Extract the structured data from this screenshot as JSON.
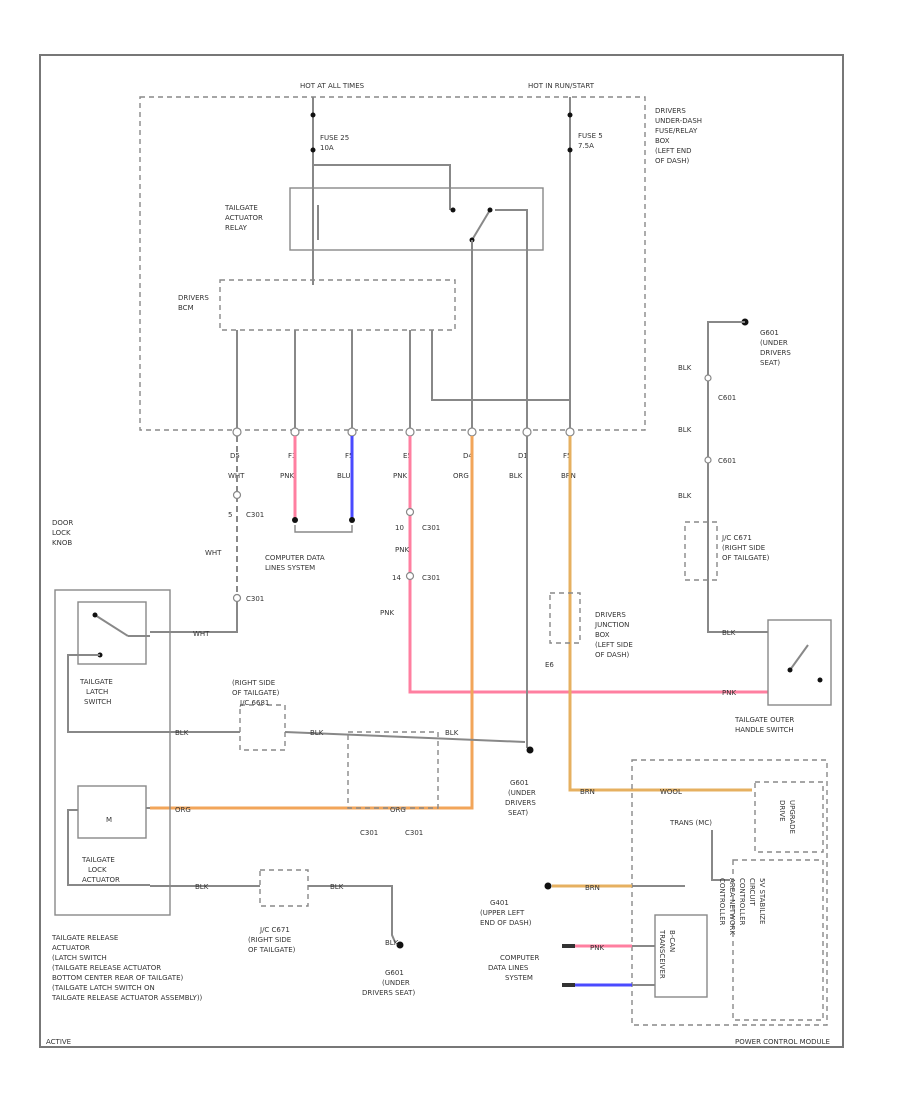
{
  "colors": {
    "pink": "#ff7fa0",
    "blue": "#4a4aff",
    "orange": "#f2a55a",
    "tan": "#e6b060",
    "gray": "#888888"
  },
  "labels": {
    "hot_at_all_times": "HOT AT ALL TIMES",
    "hot_in_run_start": "HOT IN RUN/START",
    "fuse25": "FUSE 25",
    "fuse25_amp": "10A",
    "fuse5": "FUSE 5",
    "fuse5_amp": "7.5A",
    "underdash_box": [
      "DRIVERS",
      "UNDER-DASH",
      "FUSE/RELAY",
      "BOX",
      "(LEFT END",
      "OF DASH)"
    ],
    "relay": [
      "TAILGATE",
      "ACTUATOR",
      "RELAY"
    ],
    "bcm": [
      "DRIVERS",
      "BCM"
    ],
    "pins": [
      "D5",
      "F3",
      "F5",
      "E5",
      "D4",
      "D1",
      "F5"
    ],
    "wire_top": [
      "WHT",
      "PNK",
      "BLU",
      "PNK",
      "ORG",
      "BLK",
      "BRN"
    ],
    "c301": "C301",
    "c301_pin": "5",
    "door_lock_knob": [
      "DOOR",
      "LOCK",
      "KNOB"
    ],
    "wht": "WHT",
    "computer_data_lines": [
      "COMPUTER DATA",
      "LINES SYSTEM"
    ],
    "pin_10": "10",
    "pnk": "PNK",
    "pin_14": "14",
    "ground_right": [
      "G601",
      "(UNDER",
      "DRIVERS",
      "SEAT)"
    ],
    "blk": "BLK",
    "c601": "C601",
    "jc_right": [
      "J/C C671",
      "(RIGHT SIDE",
      "OF TAILGATE)"
    ],
    "junction_box": [
      "DRIVERS",
      "JUNCTION",
      "BOX",
      "(LEFT SIDE",
      "OF DASH)"
    ],
    "pin_e6": "E6",
    "latch_switch": [
      "TAILGATE",
      "LATCH",
      "SWITCH"
    ],
    "jc_center": [
      "(RIGHT SIDE",
      "OF TAILGATE)",
      "J/C 6681"
    ],
    "outer_handle": [
      "TAILGATE OUTER",
      "HANDLE SWITCH"
    ],
    "ground_center": [
      "G601",
      "(UNDER",
      "DRIVERS",
      "SEAT)"
    ],
    "org": "ORG",
    "c301_bottom": [
      "C301",
      "C301"
    ],
    "brn": "BRN",
    "wool": "WOOL",
    "trans_mc": "TRANS (MC)",
    "upgrade": [
      "UPGRADE",
      "DRIVE"
    ],
    "lock_actuator": [
      "TAILGATE",
      "LOCK",
      "ACTUATOR"
    ],
    "jc_bottom": [
      "J/C C671",
      "(RIGHT SIDE",
      "OF TAILGATE)"
    ],
    "ground_bottom": [
      "G601",
      "(UNDER",
      "DRIVERS SEAT)"
    ],
    "g401": [
      "G401",
      "(UPPER LEFT",
      "END OF DASH)"
    ],
    "cdl_right": [
      "COMPUTER",
      "DATA LINES",
      "SYSTEM"
    ],
    "transceiver": [
      "B-CAN",
      "TRANSCEIVER"
    ],
    "controller": [
      "5V STABILIZE",
      "CIRCUIT",
      "CONTROLLER",
      "AREA NETWORK",
      "CONTROLLER"
    ],
    "release_desc": [
      "TAILGATE RELEASE",
      "ACTUATOR",
      "(LATCH SWITCH",
      "(TAILGATE RELEASE ACTUATOR",
      "BOTTOM CENTER REAR OF TAILGATE)",
      "(TAILGATE LATCH SWITCH ON",
      "TAILGATE RELEASE ACTUATOR ASSEMBLY))"
    ],
    "footer_left": "ACTIVE",
    "footer_right": "POWER CONTROL MODULE"
  }
}
